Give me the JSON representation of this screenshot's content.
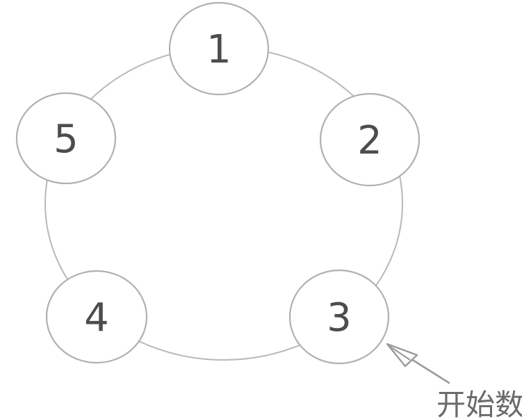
{
  "figure": {
    "type": "circular-counting-diagram",
    "nodes": [
      {
        "label": "1"
      },
      {
        "label": "2"
      },
      {
        "label": "3"
      },
      {
        "label": "4"
      },
      {
        "label": "5"
      }
    ],
    "annotation": {
      "text": "开始数",
      "target_node_label": "3"
    }
  },
  "colors": {
    "background": "#ffffff",
    "ring_stroke": "#b8b8b8",
    "circle_stroke": "#b0b0b0",
    "number_color": "#4d4d4d",
    "arrow_color": "#9a9a9a",
    "annotation_color": "#6b6b6b"
  }
}
